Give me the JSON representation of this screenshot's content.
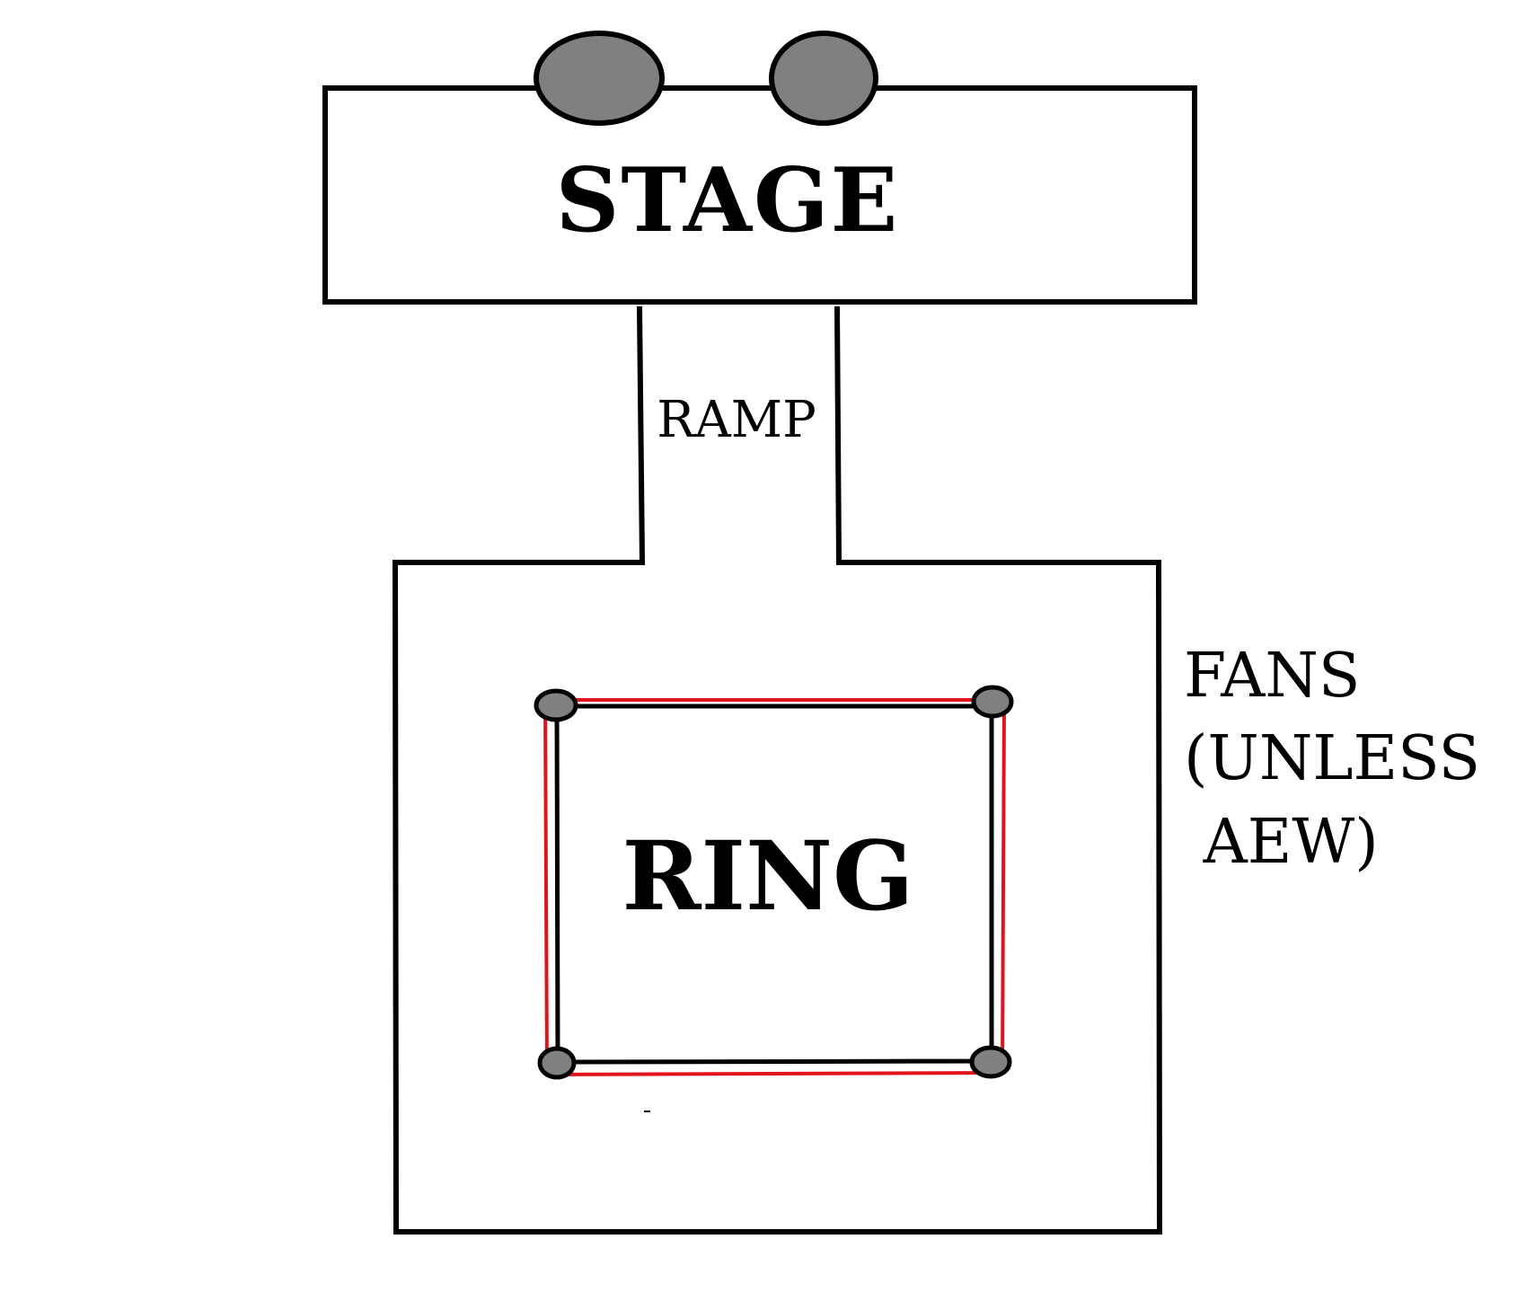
{
  "diagram": {
    "stage_label": "STAGE",
    "ramp_label": "RAMP",
    "ring_label": "RING",
    "fans_lines": [
      "FANS",
      "(UNLESS",
      " AEW)"
    ],
    "colors": {
      "outline": "#000000",
      "ring_ropes": "#e0141c",
      "posts": "#808080",
      "background": "#ffffff"
    }
  }
}
